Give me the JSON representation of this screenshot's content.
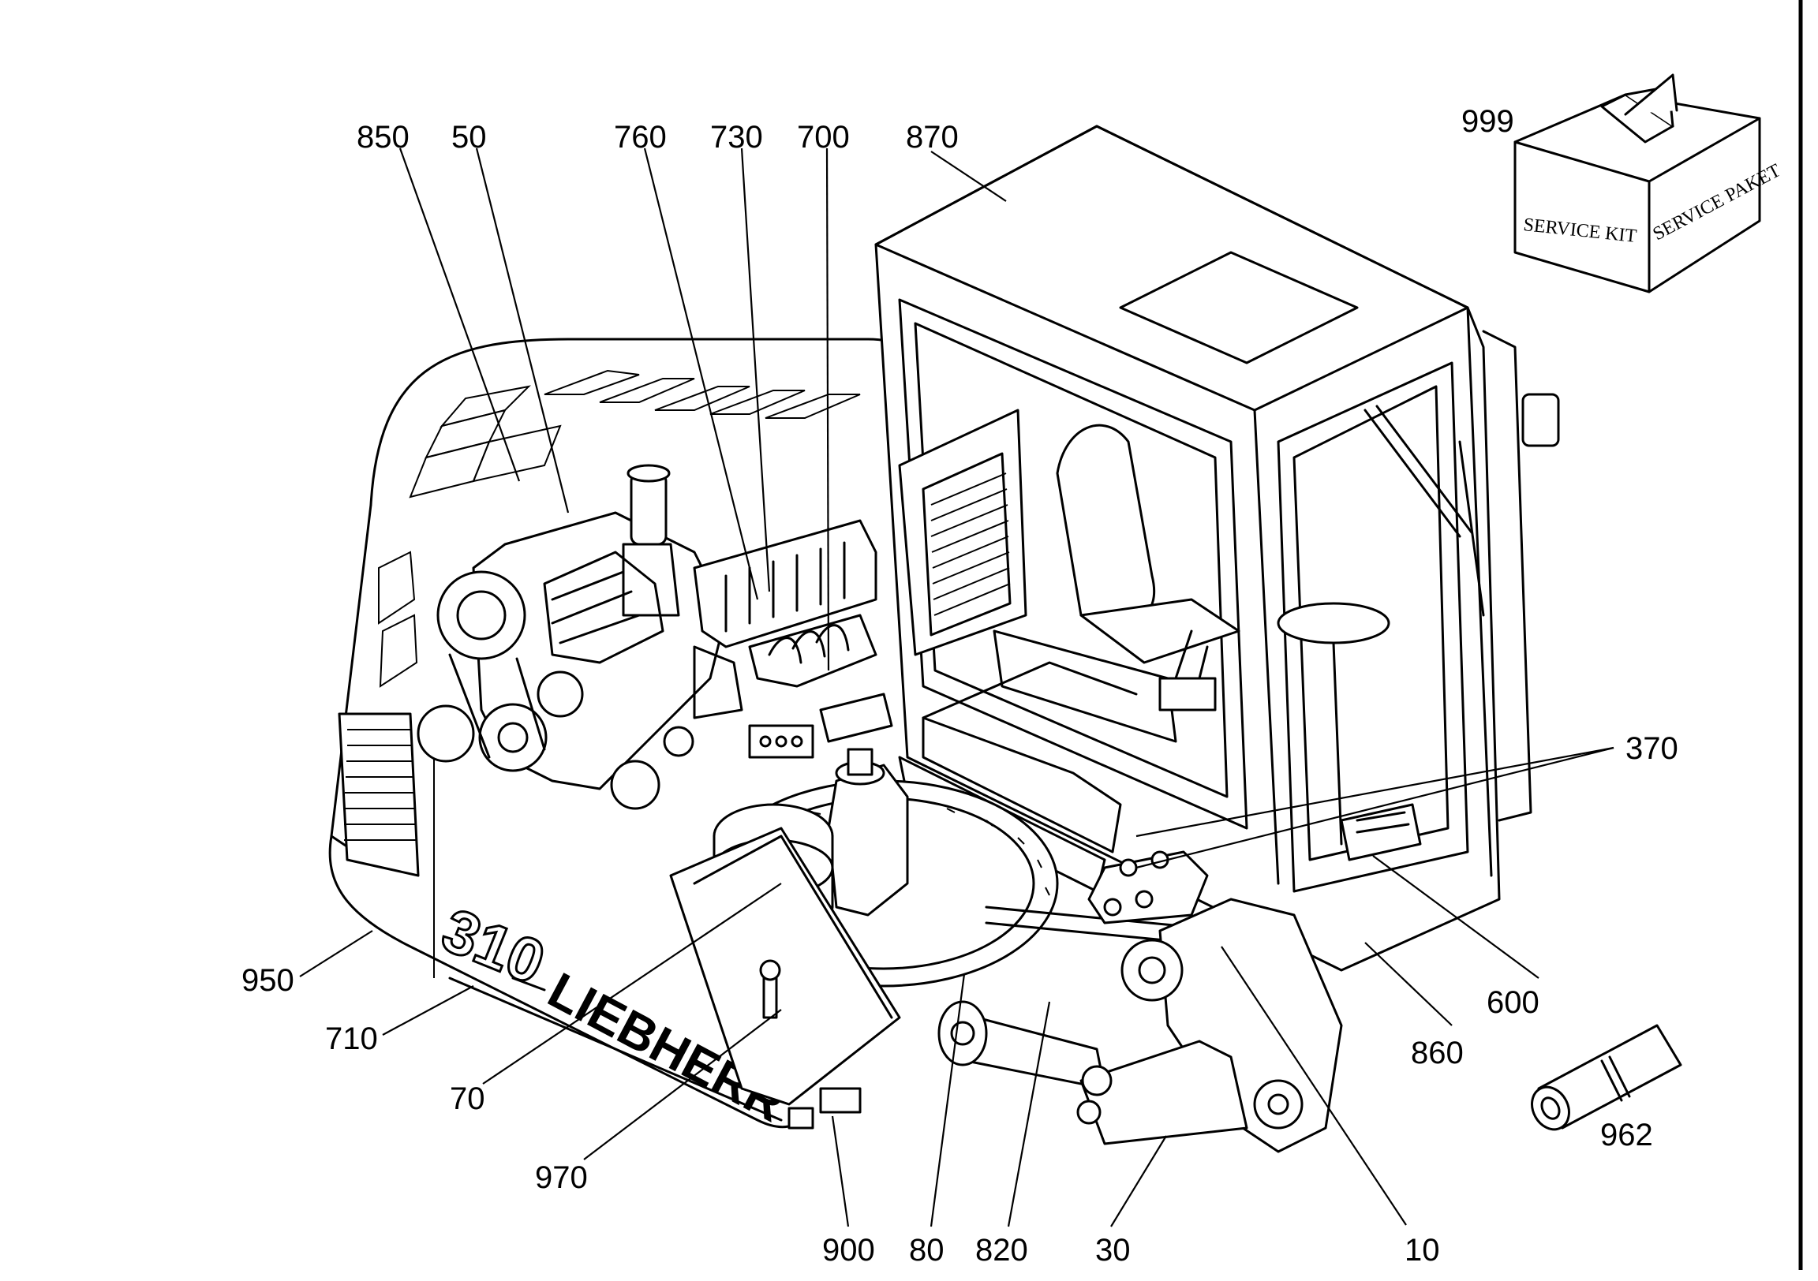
{
  "diagram": {
    "model_marking": "310",
    "brand_marking": "LIEBHERR",
    "service_box": {
      "front_label": "SERVICE KIT",
      "side_label": "SERVICE PAKET"
    },
    "callouts": [
      {
        "id": "850",
        "label": "850"
      },
      {
        "id": "50",
        "label": "50"
      },
      {
        "id": "760",
        "label": "760"
      },
      {
        "id": "730",
        "label": "730"
      },
      {
        "id": "700",
        "label": "700"
      },
      {
        "id": "870",
        "label": "870"
      },
      {
        "id": "999",
        "label": "999"
      },
      {
        "id": "370",
        "label": "370"
      },
      {
        "id": "600",
        "label": "600"
      },
      {
        "id": "860",
        "label": "860"
      },
      {
        "id": "962",
        "label": "962"
      },
      {
        "id": "950",
        "label": "950"
      },
      {
        "id": "710",
        "label": "710"
      },
      {
        "id": "70",
        "label": "70"
      },
      {
        "id": "970",
        "label": "970"
      },
      {
        "id": "900",
        "label": "900"
      },
      {
        "id": "80",
        "label": "80"
      },
      {
        "id": "820",
        "label": "820"
      },
      {
        "id": "30",
        "label": "30"
      },
      {
        "id": "10",
        "label": "10"
      }
    ]
  }
}
